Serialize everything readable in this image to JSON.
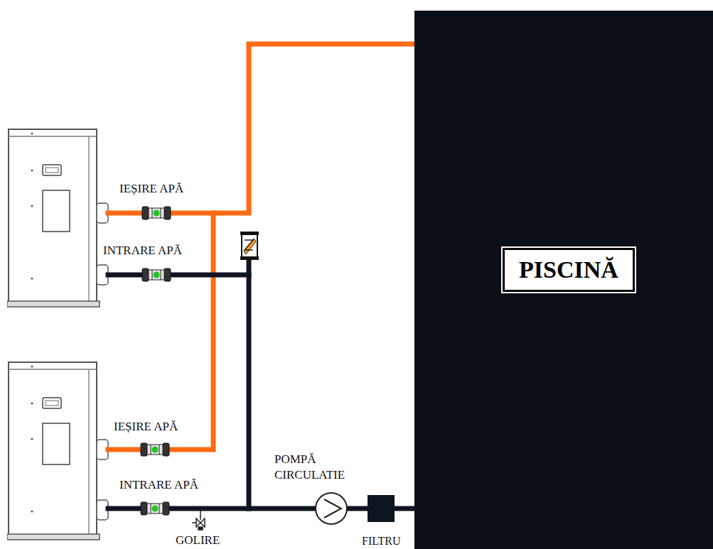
{
  "diagram": {
    "nodes": [
      {
        "text": [
          "PISCINĂ"
        ]
      },
      {
        "text": [
          "POMPĂ CIRCULATIE"
        ]
      },
      {
        "text": [
          "FILTRU"
        ]
      }
    ],
    "edges": [
      {
        "from": 1,
        "to": 2,
        "arrow": "none"
      },
      {
        "from": 2,
        "to": 0,
        "arrow": "none"
      }
    ],
    "labels": [
      "IEȘIRE APĂ",
      "INTRARE APĂ",
      "IEȘIRE APĂ",
      "INTRARE APĂ",
      "GOLIRE"
    ]
  }
}
